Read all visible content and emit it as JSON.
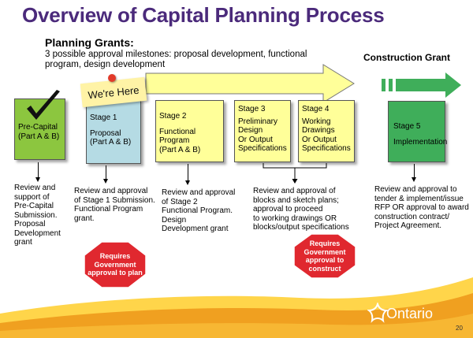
{
  "title": "Overview of Capital Planning Process",
  "planning_grants": {
    "heading": "Planning Grants:",
    "description": "3 possible approval milestones: proposal development, functional program, design development"
  },
  "construction_grant": {
    "heading": "Construction Grant"
  },
  "sticky_note": "We're Here",
  "stages": {
    "pre_capital": {
      "lines": "Pre-Capital\n(Part A & B)"
    },
    "stage1": {
      "label": "Stage 1",
      "body": "Proposal\n(Part A & B)"
    },
    "stage2": {
      "label": "Stage 2",
      "body": "Functional\nProgram\n(Part A & B)"
    },
    "stage3": {
      "label": "Stage 3",
      "body": "Preliminary\nDesign\nOr Output\nSpecifications"
    },
    "stage4": {
      "label": "Stage 4",
      "body": "Working\nDrawings\nOr Output\nSpecifications"
    },
    "stage5": {
      "label": "Stage 5",
      "body": "Implementation"
    }
  },
  "descriptions": {
    "pre_capital": "Review and\nsupport of\nPre-Capital\nSubmission.\nProposal\nDevelopment\ngrant",
    "stage1": "Review and approval\nof Stage 1 Submission.\nFunctional Program\ngrant.",
    "stage2": "Review and approval\nof Stage 2\nFunctional Program.\nDesign\nDevelopment grant",
    "stage3_4": "Review and approval of\nblocks and sketch plans;\napproval to proceed\nto working drawings OR\nblocks/output specifications",
    "stage5": "Review and approval to\ntender & implement/issue\nRFP OR approval to award\nconstruction contract/\nProject Agreement."
  },
  "stop_signs": {
    "plan": "Requires\nGovernment\napproval to plan",
    "construct": "Requires\nGovernment\napproval to\nconstruct"
  },
  "footer": {
    "logo_text": "Ontario",
    "page_number": "20"
  },
  "colors": {
    "title": "#4b2a7b",
    "pre_capital": "#8cc63f",
    "stage1": "#b5dbe4",
    "stage_yellow": "#ffff99",
    "stage5": "#3fae5a",
    "stop": "#e0282f",
    "swoosh_orange": "#f0a020",
    "swoosh_yellow": "#ffd54a"
  }
}
